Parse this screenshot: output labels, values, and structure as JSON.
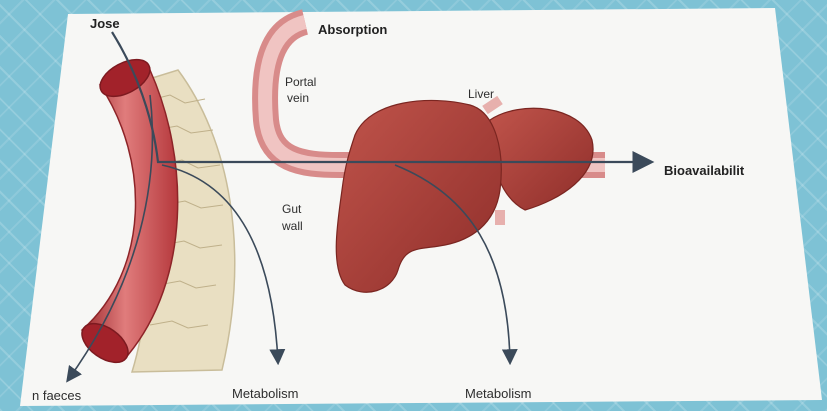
{
  "labels": {
    "dose": "Jose",
    "absorption": "Absorption",
    "portal_vein": [
      "Portal",
      "vein"
    ],
    "liver": "Liver",
    "gut_wall": [
      "Gut",
      "wall"
    ],
    "bioavailability": "Bioavailabilit",
    "faeces": "n faeces",
    "metabolism_gut": "Metabolism",
    "metabolism_liver": "Metabolism"
  },
  "colors": {
    "background": "#7ec2d5",
    "card": "#f7f7f5",
    "gut_tube": "#c5474a",
    "gut_lumen": "#a2222a",
    "gut_wall": "#e9dfc2",
    "portal_vein": "#e7a5a3",
    "liver": "#a73a33",
    "arrow": "#3b4a5a"
  }
}
